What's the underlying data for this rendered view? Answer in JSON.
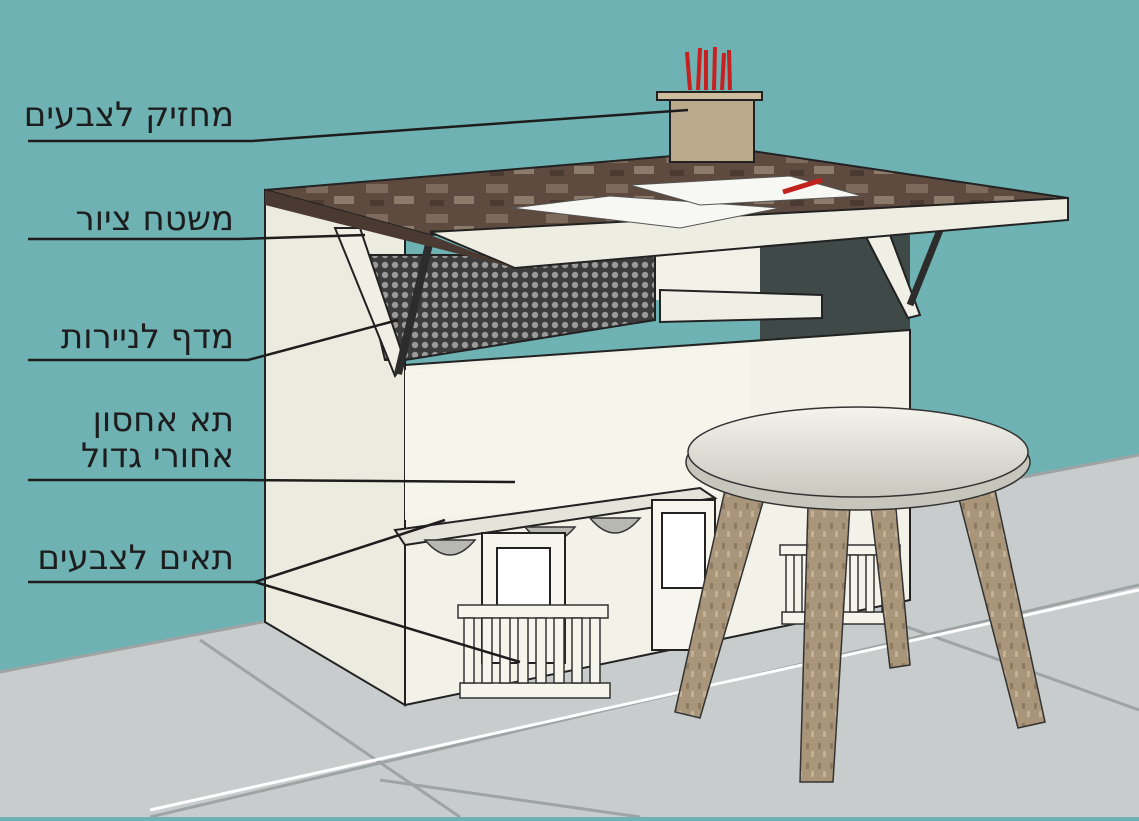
{
  "labels": {
    "brush_holder": "מחזיק לצבעים",
    "drawing_surface": "משטח ציור",
    "paper_shelf": "מדף לניירות",
    "storage_line1": "תא אחסון",
    "storage_line2": "אחורי גדול",
    "paint_cells": "תאים לצבעים"
  },
  "colors": {
    "wall": "#6fb2b4",
    "floor": "#c8cccc",
    "cabinet": "#f1f0e6",
    "desk_top": "#5e4a3e",
    "stool_seat": "#ecebe3",
    "stool_leg": "#a8957a",
    "leader_line": "#1d1d1d"
  }
}
